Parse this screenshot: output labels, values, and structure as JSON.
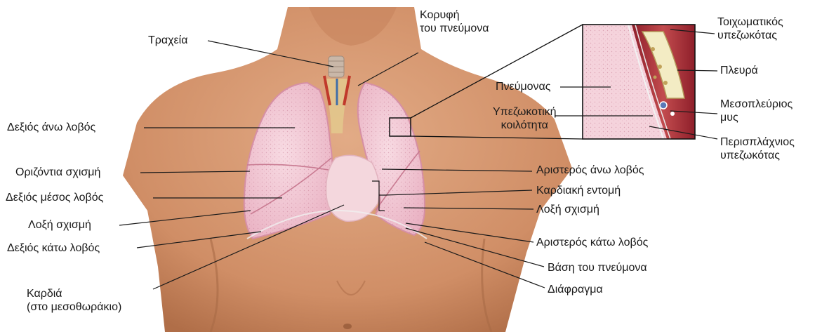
{
  "labels": {
    "trachea": "Τραχεία",
    "apex_line1": "Κορυφή",
    "apex_line2": "του πνεύμονα",
    "right_upper_lobe": "Δεξιός άνω λοβός",
    "horizontal_fissure": "Οριζόντια σχισμή",
    "right_middle_lobe": "Δεξιός μέσος λοβός",
    "right_oblique_fissure": "Λοξή σχισμή",
    "right_lower_lobe": "Δεξιός κάτω λοβός",
    "heart_line1": "Καρδιά",
    "heart_line2": "(στο μεσοθωράκιο)",
    "left_upper_lobe": "Αριστερός άνω λοβός",
    "cardiac_notch": "Καρδιακή εντομή",
    "left_oblique_fissure": "Λοξή σχισμή",
    "left_lower_lobe": "Αριστερός κάτω λοβός",
    "lung_base": "Βάση του πνεύμονα",
    "diaphragm": "Διάφραγμα"
  },
  "inset": {
    "lung": "Πνεύμονας",
    "pleural_cavity_line1": "Υπεζωκοτική",
    "pleural_cavity_line2": "κοιλότητα",
    "parietal_pleura_line1": "Τοιχωματικός",
    "parietal_pleura_line2": "υπεζωκότας",
    "rib": "Πλευρά",
    "intercostal_muscle_line1": "Μεσοπλεύριος",
    "intercostal_muscle_line2": "μυς",
    "visceral_pleura_line1": "Περισπλάχνιος",
    "visceral_pleura_line2": "υπεζωκότας"
  },
  "colors": {
    "skin": "#d79a72",
    "skin_shadow": "#b87650",
    "lung": "#f2c6d2",
    "lung_edge": "#d68fa5",
    "heart": "#f6dbe0",
    "muscle": "#a8323a",
    "rib": "#f3ecc4",
    "background": "#ffffff"
  }
}
